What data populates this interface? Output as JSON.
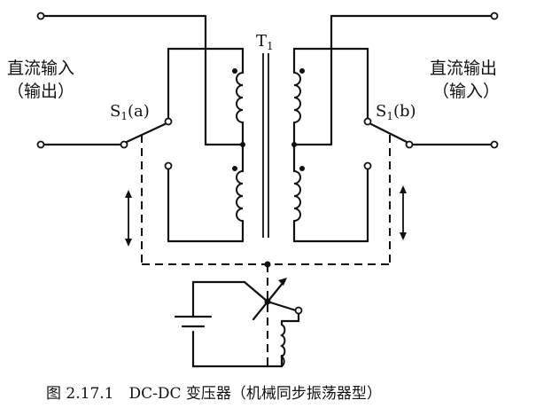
{
  "labels": {
    "transformer": "T",
    "transformer_sub": "1",
    "left_line1": "直流输入",
    "left_line2": "（输出）",
    "right_line1": "直流输出",
    "right_line2": "（输入）",
    "switch_a": "S",
    "switch_a_sub": "1",
    "switch_a_suffix": "(a)",
    "switch_b": "S",
    "switch_b_sub": "1",
    "switch_b_suffix": "(b)"
  },
  "caption": "图 2.17.1　DC-DC 变压器（机械同步振荡器型）"
}
